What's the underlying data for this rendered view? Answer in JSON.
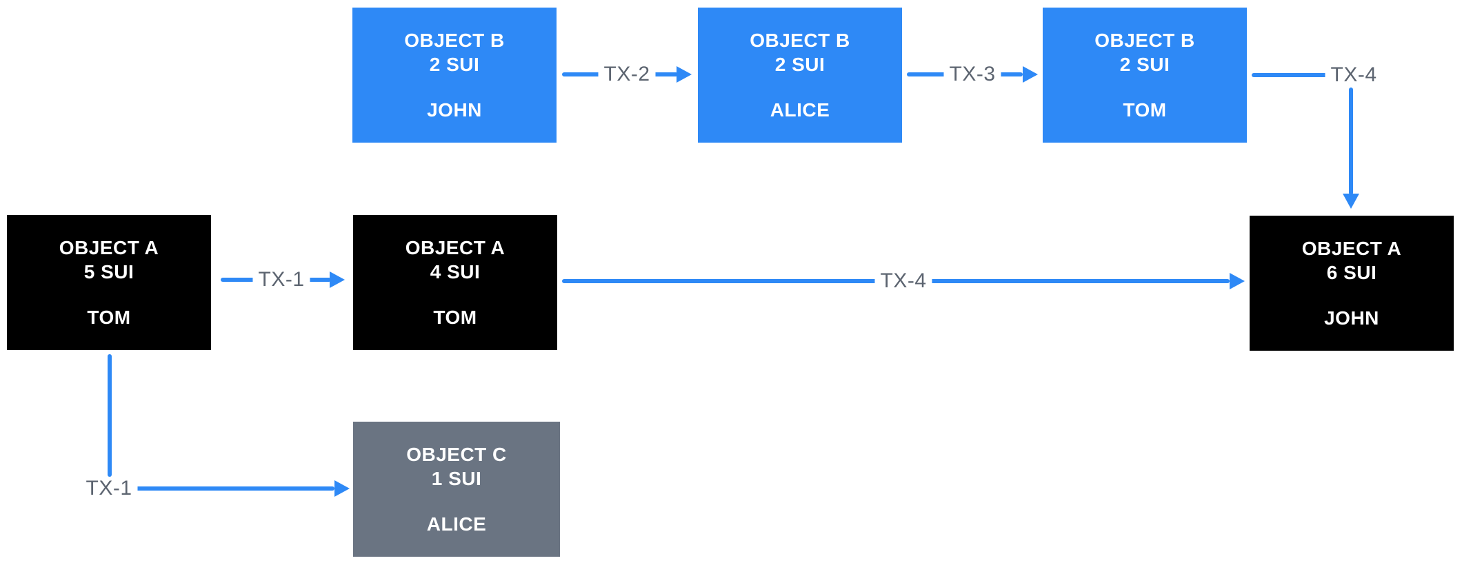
{
  "diagram": {
    "description": "Sui object transaction flow diagram",
    "background": "#FFFFFF"
  },
  "colors": {
    "object_blue": "#2E89F6",
    "object_black": "#000000",
    "object_gray": "#6A7482",
    "arrow_blue": "#2E89F6",
    "edge_label_gray": "#5C6470",
    "node_text_white": "#FFFFFF"
  },
  "nodes": [
    {
      "title": "OBJECT B",
      "amount": "2 SUI",
      "owner": "JOHN",
      "color": "blue"
    },
    {
      "title": "OBJECT B",
      "amount": "2 SUI",
      "owner": "ALICE",
      "color": "blue"
    },
    {
      "title": "OBJECT B",
      "amount": "2 SUI",
      "owner": "TOM",
      "color": "blue"
    },
    {
      "title": "OBJECT A",
      "amount": "5 SUI",
      "owner": "TOM",
      "color": "black"
    },
    {
      "title": "OBJECT A",
      "amount": "4 SUI",
      "owner": "TOM",
      "color": "black"
    },
    {
      "title": "OBJECT A",
      "amount": "6 SUI",
      "owner": "JOHN",
      "color": "black"
    },
    {
      "title": "OBJECT C",
      "amount": "1 SUI",
      "owner": "ALICE",
      "color": "gray"
    }
  ],
  "edges": [
    {
      "label": "TX-1",
      "from": "OBJECT A 5 SUI TOM",
      "to": "OBJECT A 4 SUI TOM",
      "shape": "straight-right"
    },
    {
      "label": "TX-1",
      "from": "OBJECT A 5 SUI TOM",
      "to": "OBJECT C 1 SUI ALICE",
      "shape": "down-then-right"
    },
    {
      "label": "TX-2",
      "from": "OBJECT B 2 SUI JOHN",
      "to": "OBJECT B 2 SUI ALICE",
      "shape": "straight-right"
    },
    {
      "label": "TX-3",
      "from": "OBJECT B 2 SUI ALICE",
      "to": "OBJECT B 2 SUI TOM",
      "shape": "straight-right"
    },
    {
      "label": "TX-4",
      "from": "OBJECT B 2 SUI TOM",
      "to": "OBJECT A 6 SUI JOHN",
      "shape": "right-then-down"
    },
    {
      "label": "TX-4",
      "from": "OBJECT A 4 SUI TOM",
      "to": "OBJECT A 6 SUI JOHN",
      "shape": "straight-right"
    }
  ]
}
